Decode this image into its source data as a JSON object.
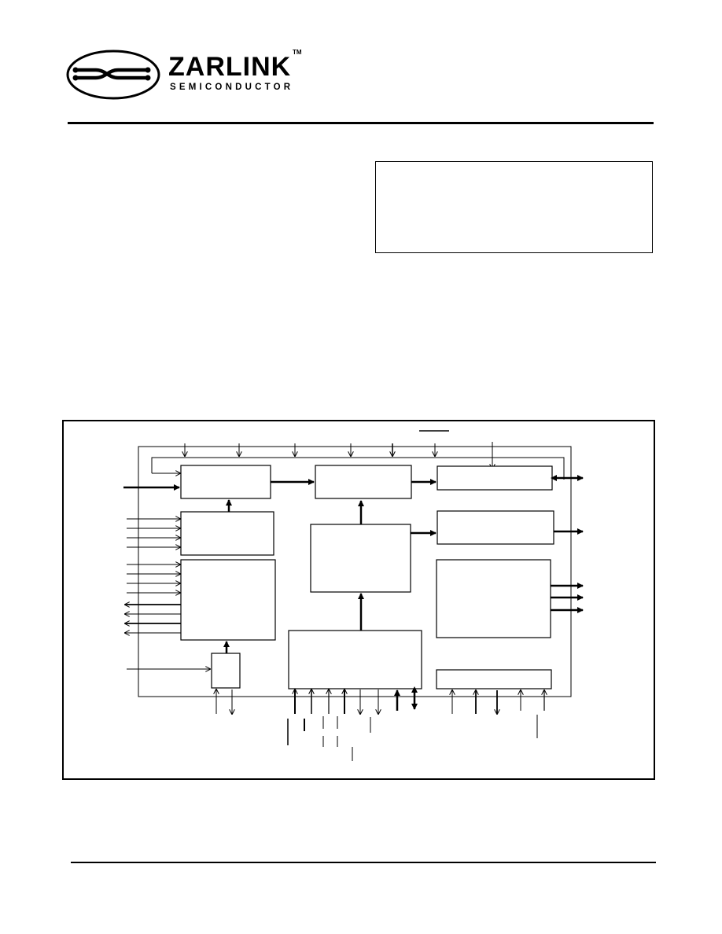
{
  "brand": {
    "name": "ZARLINK",
    "tagline": "SEMICONDUCTOR",
    "trademark": "TM"
  },
  "colors": {
    "ink": "#000000",
    "paper": "#ffffff"
  },
  "header": {
    "rule": "header-divider"
  },
  "info_box": {
    "icon": "none"
  },
  "block_diagram": {
    "icon": "functional-block-diagram"
  }
}
